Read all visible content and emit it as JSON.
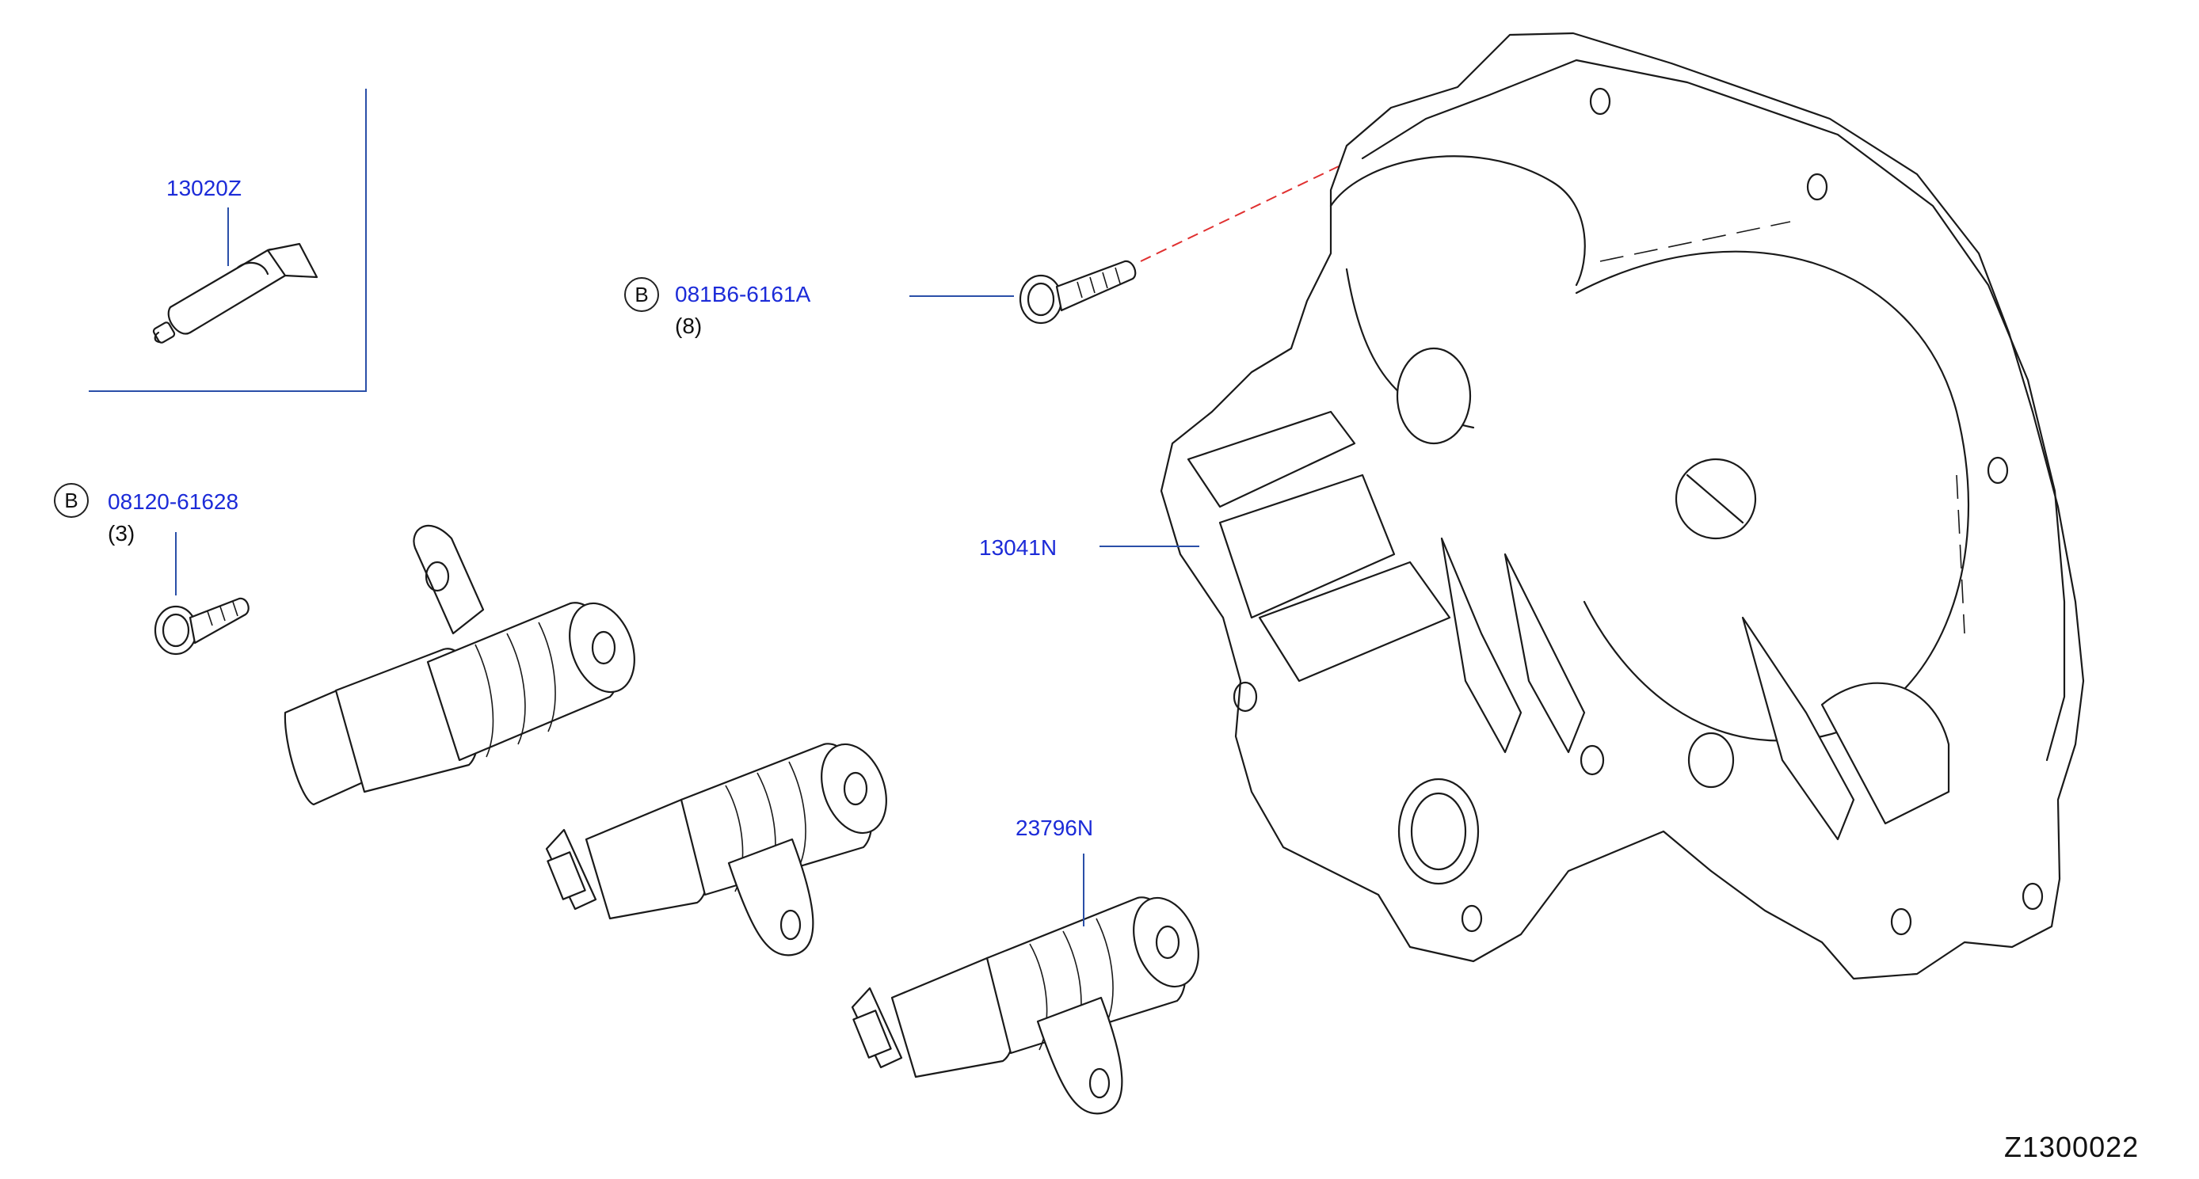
{
  "callouts": {
    "sealant": {
      "part": "13020Z"
    },
    "bolt_upper": {
      "ref": "B",
      "part": "081B6-6161A",
      "qty": "(8)"
    },
    "bolt_lower": {
      "ref": "B",
      "part": "08120-61628",
      "qty": "(3)"
    },
    "cover": {
      "part": "13041N"
    },
    "solenoid": {
      "part": "23796N"
    }
  },
  "diagram_code": "Z1300022",
  "colors": {
    "part_number": "#1c2bd8",
    "leader": "#2a4fa8",
    "guide": "#e03030",
    "line": "#1a1a1a"
  },
  "icons": [
    "sealant-tube-icon",
    "flange-bolt-icon",
    "solenoid-valve-icon",
    "timing-cover-icon"
  ]
}
